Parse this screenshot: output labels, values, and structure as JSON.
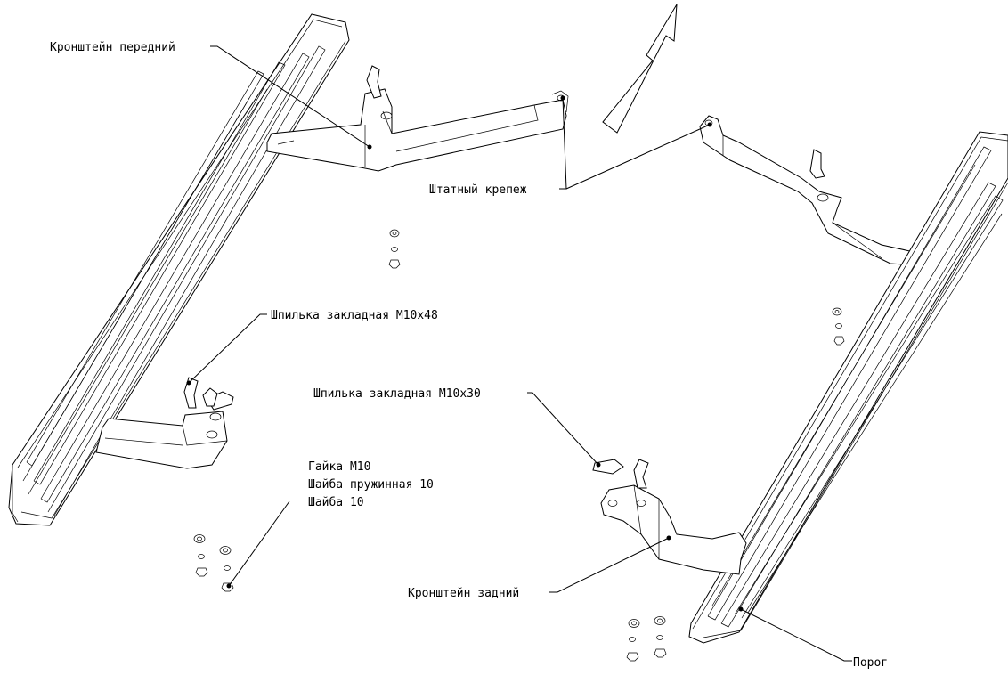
{
  "labels": {
    "front_bracket": "Кронштейн передний",
    "standard_fastener": "Штатный крепеж",
    "stud_m10x48": "Шпилька закладная М10х48",
    "stud_m10x30": "Шпилька закладная М10х30",
    "nut_m10": "Гайка М10",
    "spring_washer": "Шайба пружинная 10",
    "washer_10": "Шайба 10",
    "rear_bracket": "Кронштейн задний",
    "sill": "Порог"
  },
  "icons": {
    "direction_arrow": "arrow-up-right-outline"
  }
}
